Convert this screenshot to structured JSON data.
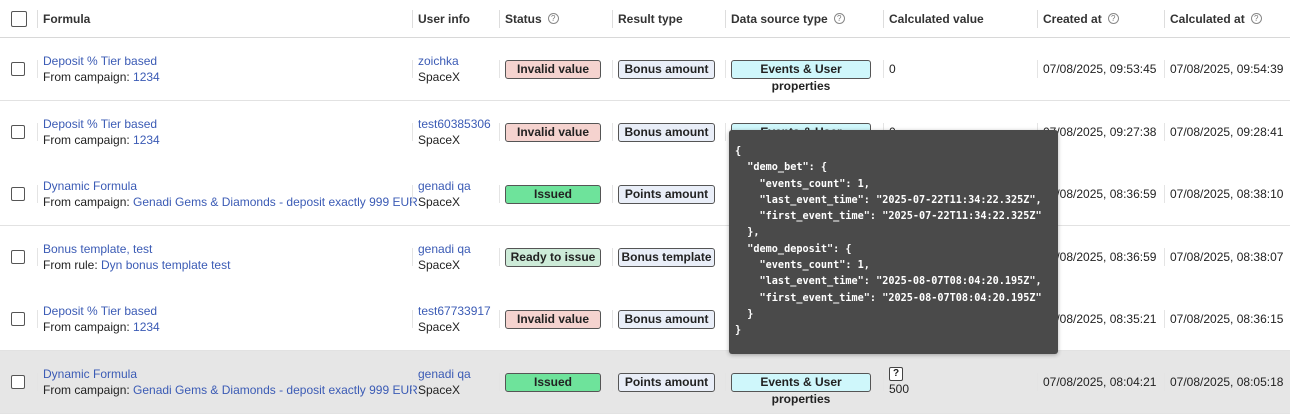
{
  "headers": {
    "formula": "Formula",
    "user_info": "User info",
    "status": "Status",
    "result_type": "Result type",
    "data_source_type": "Data source type",
    "calculated_value": "Calculated value",
    "created_at": "Created at",
    "calculated_at": "Calculated at",
    "help_icon": "?"
  },
  "rows": [
    {
      "formula_title": "Deposit % Tier based",
      "source_label": "From campaign: ",
      "source_value": "1234",
      "user": "zoichka",
      "company": "SpaceX",
      "status": "Invalid value",
      "result_type": "Bonus amount",
      "data_source": "Events & User properties",
      "calc_value": "0",
      "created": "07/08/2025, 09:53:45",
      "calculated": "07/08/2025, 09:54:39"
    },
    {
      "formula_title": "Deposit % Tier based",
      "source_label": "From campaign: ",
      "source_value": "1234",
      "user": "test60385306",
      "company": "SpaceX",
      "status": "Invalid value",
      "result_type": "Bonus amount",
      "data_source": "Events & User properties",
      "calc_value": "0",
      "created": "07/08/2025, 09:27:38",
      "calculated": "07/08/2025, 09:28:41"
    },
    {
      "formula_title": "Dynamic Formula",
      "source_label": "From campaign: ",
      "source_value": "Genadi Gems & Diamonds - deposit exactly 999 EUR",
      "user": "genadi qa",
      "company": "SpaceX",
      "status": "Issued",
      "result_type": "Points amount",
      "data_source": "",
      "calc_value": "",
      "created": "07/08/2025, 08:36:59",
      "calculated": "07/08/2025, 08:38:10"
    },
    {
      "formula_title": "Bonus template, test",
      "source_label": "From rule: ",
      "source_value": "Dyn bonus template test",
      "user": "genadi qa",
      "company": "SpaceX",
      "status": "Ready to issue",
      "result_type": "Bonus template",
      "data_source": "",
      "calc_value": "",
      "created": "07/08/2025, 08:36:59",
      "calculated": "07/08/2025, 08:38:07"
    },
    {
      "formula_title": "Deposit % Tier based",
      "source_label": "From campaign: ",
      "source_value": "1234",
      "user": "test67733917",
      "company": "SpaceX",
      "status": "Invalid value",
      "result_type": "Bonus amount",
      "data_source": "",
      "calc_value": "",
      "created": "07/08/2025, 08:35:21",
      "calculated": "07/08/2025, 08:36:15"
    },
    {
      "formula_title": "Dynamic Formula",
      "source_label": "From campaign: ",
      "source_value": "Genadi Gems & Diamonds - deposit exactly 999 EUR",
      "user": "genadi qa",
      "company": "SpaceX",
      "status": "Issued",
      "result_type": "Points amount",
      "data_source": "Events & User properties",
      "calc_value": "500",
      "calc_help": "?",
      "created": "07/08/2025, 08:04:21",
      "calculated": "07/08/2025, 08:05:18"
    }
  ],
  "tooltip": {
    "text": "{\n  \"demo_bet\": {\n    \"events_count\": 1,\n    \"last_event_time\": \"2025-07-22T11:34:22.325Z\",\n    \"first_event_time\": \"2025-07-22T11:34:22.325Z\"\n  },\n  \"demo_deposit\": {\n    \"events_count\": 1,\n    \"last_event_time\": \"2025-08-07T08:04:20.195Z\",\n    \"first_event_time\": \"2025-08-07T08:04:20.195Z\"\n  }\n}"
  },
  "colors": {
    "link": "#3b5bb5",
    "invalid": "#f5d3cf",
    "issued": "#6ee39b",
    "ready": "#cdebd8",
    "result_type": "#e9eef8",
    "data_source": "#cff7fb",
    "tooltip_bg": "#4a4a4a",
    "selected_row": "#e6e6e6"
  }
}
